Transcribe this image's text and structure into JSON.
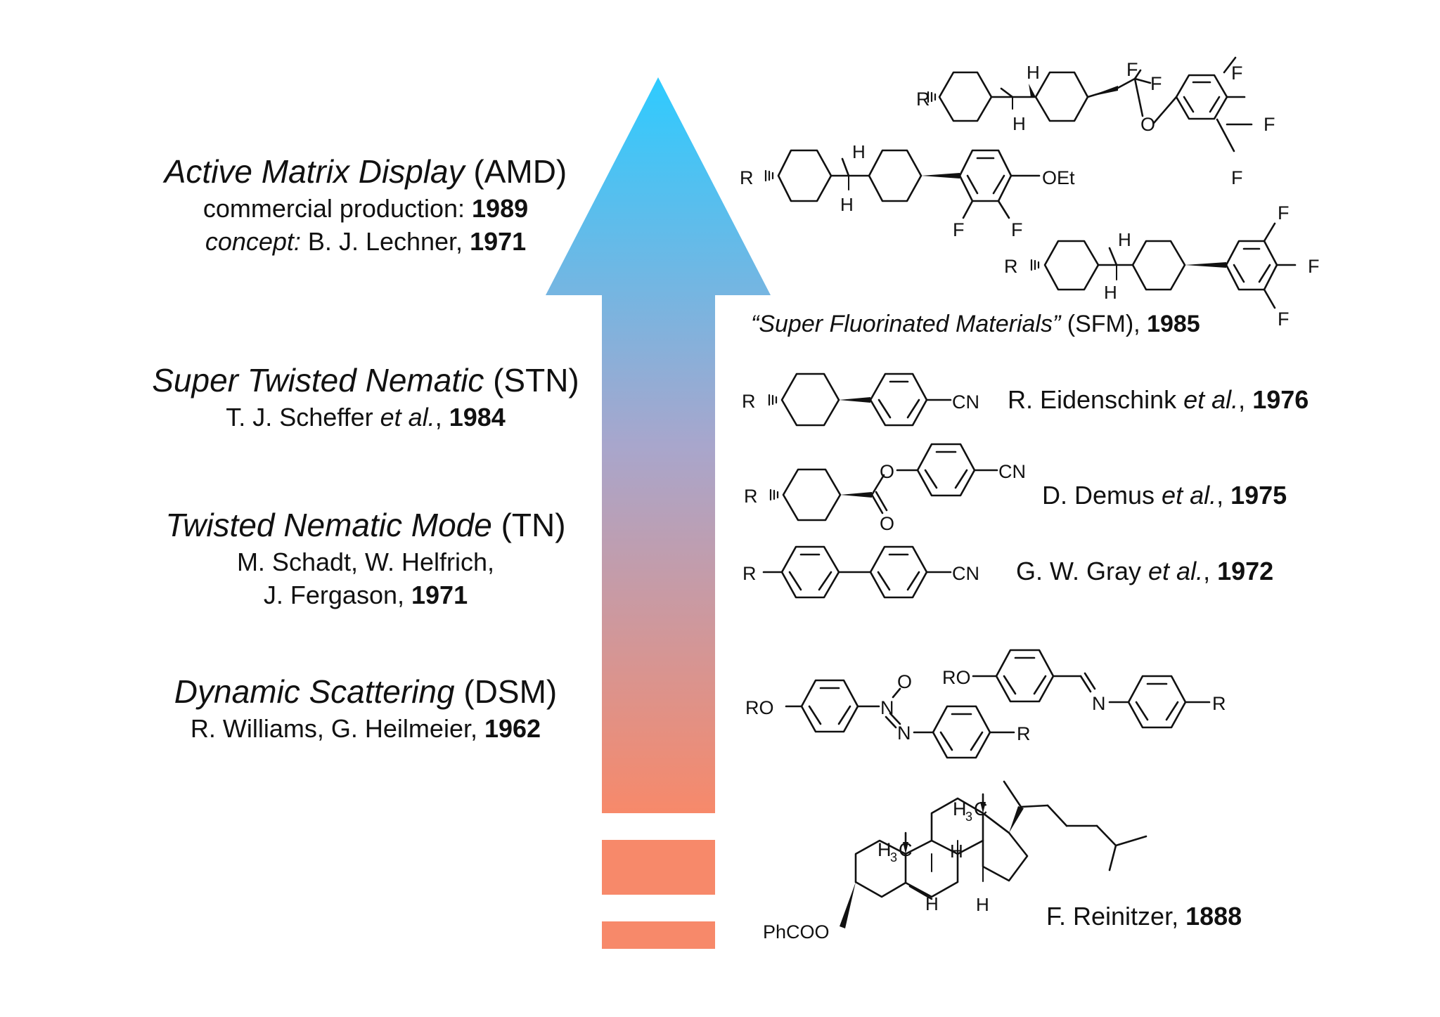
{
  "arrow": {
    "gradient_top": "#2ecbff",
    "gradient_middle": "#a8a6cc",
    "gradient_bottom": "#f7896a",
    "segment_color": "#f7896a"
  },
  "eras": [
    {
      "name": "Active Matrix Display",
      "abbr": "(AMD)",
      "line1_text": "commercial production: ",
      "line1_year": "1989",
      "line2_italic": "concept:",
      "line2_text": " B. J. Lechner, ",
      "line2_year": "1971"
    },
    {
      "name": "Super Twisted Nematic",
      "abbr": "(STN)",
      "line1_text": "T. J. Scheffer ",
      "line1_etal": "et al.",
      "line1_sep": ", ",
      "line1_year": "1984"
    },
    {
      "name": "Twisted Nematic Mode",
      "abbr": "(TN)",
      "line1_text": "M. Schadt, W. Helfrich,",
      "line2_text": "J. Fergason, ",
      "line2_year": "1971"
    },
    {
      "name": "Dynamic Scattering",
      "abbr": "(DSM)",
      "line1_text": "R. Williams, G. Heilmeier, ",
      "line1_year": "1962"
    }
  ],
  "sfm": {
    "name": "“Super Fluorinated Materials”",
    "abbr": " (SFM), ",
    "year": "1985"
  },
  "references": [
    {
      "author": "R. Eidenschink ",
      "etal": "et al.",
      "sep": ", ",
      "year": "1976"
    },
    {
      "author": "D. Demus ",
      "etal": "et al.",
      "sep": ", ",
      "year": "1975"
    },
    {
      "author": "G. W. Gray ",
      "etal": "et al.",
      "sep": ", ",
      "year": "1972"
    },
    {
      "author": "F. Reinitzer, ",
      "year": "1888"
    }
  ],
  "atom_labels": {
    "R": "R",
    "H": "H",
    "F": "F",
    "O": "O",
    "N": "N",
    "CN": "CN",
    "OEt": "OEt",
    "RO": "RO",
    "PhCOO": "PhCOO",
    "H3": "H",
    "sub3": "3",
    "C": "C"
  }
}
